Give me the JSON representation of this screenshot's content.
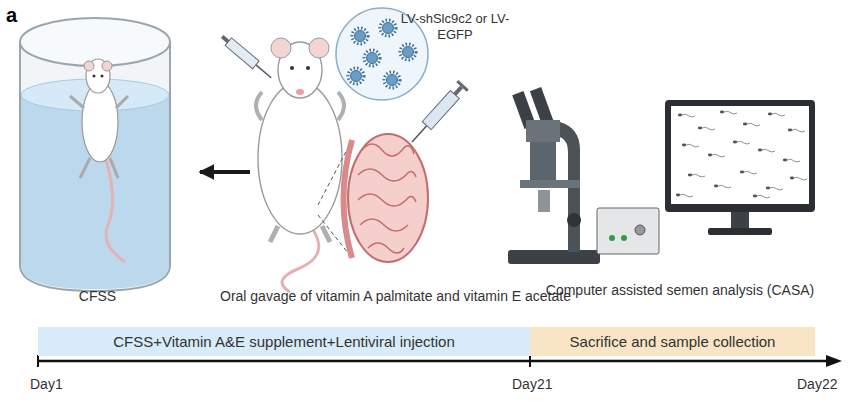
{
  "diagram": {
    "nodes": [
      {
        "text": [
          "CFSS"
        ]
      },
      {
        "text": [
          "LV-shSlc9c2 or LV-EGFP",
          "Oral gavage of vitamin A palmitate and vitamin E acetate"
        ]
      },
      {
        "text": [
          "Computer assisted semen analysis (CASA)"
        ]
      },
      {
        "text": [
          "CFSS+Vitamin A&E supplement+Lentiviral injection"
        ]
      },
      {
        "text": [
          "Sacrifice and sample collection"
        ]
      }
    ],
    "edges": [
      {
        "from": 1,
        "to": 0,
        "arrow": "to"
      }
    ],
    "labels": [
      "a",
      "Day1",
      "Day21",
      "Day22"
    ]
  }
}
